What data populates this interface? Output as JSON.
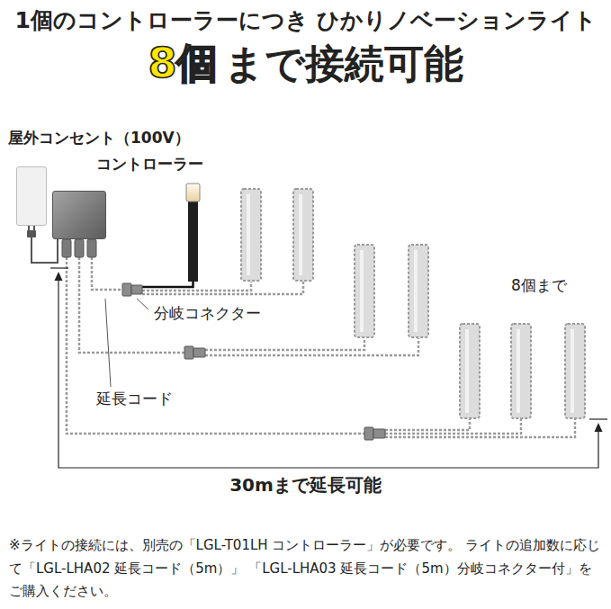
{
  "diagram": {
    "title": "1個のコントローラーにつき ひかりノベーションライト",
    "caption": "※ライトの接続には、別売の「LGL-T01LH コントローラー」が必要です。 ライトの追加数に応じて「LGL-LHA02 延長コード（5m）」 「LGL-LHA03 延長コード（5m）分岐コネクター付」をご購入ください。",
    "nodes": [
      {
        "text": [
          "屋外コンセント（100V）"
        ]
      },
      {
        "text": [
          "コントローラー"
        ]
      }
    ],
    "edges": [
      {
        "from": 1,
        "to": 0,
        "arrow": "none"
      }
    ],
    "labels": [
      "8個",
      "まで接続可能",
      "8個まで",
      "分岐コネクター",
      "延長コード",
      "30mまで延長可能"
    ]
  }
}
